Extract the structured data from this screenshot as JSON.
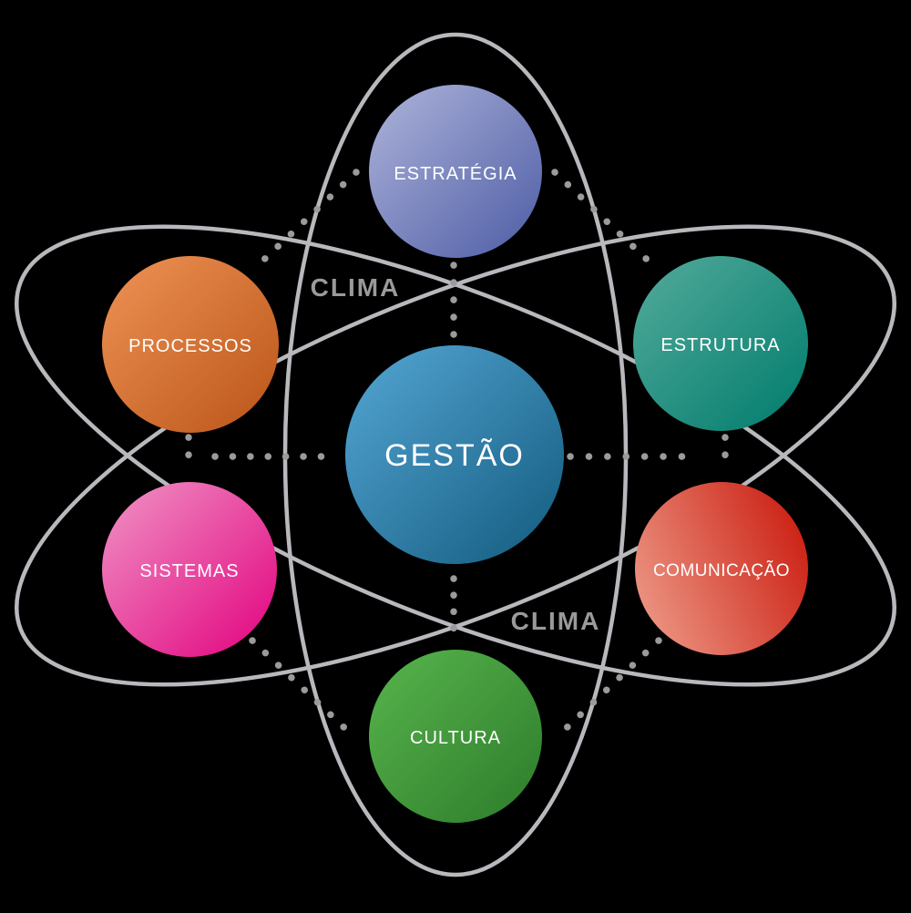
{
  "diagram": {
    "background_color": "#000000",
    "orbit_stroke_color": "#b8b9bd",
    "dotted_color": "#9b9b9b",
    "label_text_color": "#ffffff",
    "clima_text_color": "#9a9a9c"
  },
  "clima_labels": [
    "CLIMA",
    "CLIMA"
  ],
  "nodes": [
    {
      "id": "gestao",
      "label": "GESTÃO",
      "color_light": "#55a7d5",
      "color_dark": "#125a7e"
    },
    {
      "id": "estrategia",
      "label": "ESTRATÉGIA",
      "color_light": "#aeb4da",
      "color_dark": "#4d5ca5"
    },
    {
      "id": "processos",
      "label": "PROCESSOS",
      "color_light": "#ef9356",
      "color_dark": "#ba5417"
    },
    {
      "id": "estrutura",
      "label": "ESTRUTURA",
      "color_light": "#54ab9b",
      "color_dark": "#007b6c"
    },
    {
      "id": "sistemas",
      "label": "SISTEMAS",
      "color_light": "#f094c5",
      "color_dark": "#e2017f"
    },
    {
      "id": "comunicacao",
      "label": "COMUNICAÇÃO",
      "color_light": "#ec9583",
      "color_dark": "#cb2013"
    },
    {
      "id": "cultura",
      "label": "CULTURA",
      "color_light": "#58b54d",
      "color_dark": "#2d7b2a"
    }
  ],
  "connections": [
    "GESTÃO–ESTRATÉGIA",
    "GESTÃO–CULTURA",
    "GESTÃO–PROCESSOS/SISTEMAS side",
    "GESTÃO–ESTRUTURA/COMUNICAÇÃO side",
    "ESTRATÉGIA–PROCESSOS",
    "ESTRATÉGIA–ESTRUTURA",
    "PROCESSOS–SISTEMAS",
    "ESTRUTURA–COMUNICAÇÃO",
    "SISTEMAS–CULTURA",
    "COMUNICAÇÃO–CULTURA"
  ]
}
